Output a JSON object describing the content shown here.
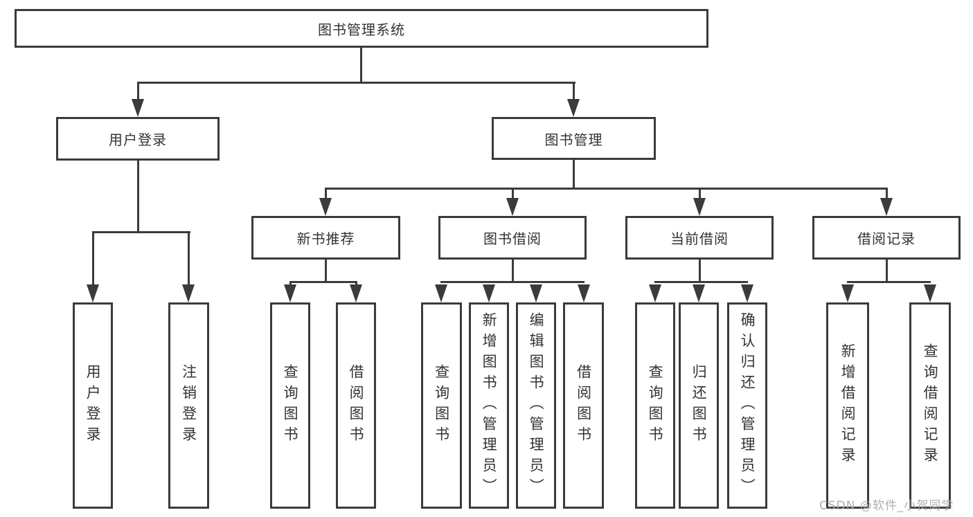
{
  "diagram": {
    "title": "图书管理系统",
    "root": {
      "label": "图书管理系统"
    },
    "level2": [
      {
        "label": "用户登录"
      },
      {
        "label": "图书管理"
      }
    ],
    "level3": [
      {
        "label": "新书推荐"
      },
      {
        "label": "图书借阅"
      },
      {
        "label": "当前借阅"
      },
      {
        "label": "借阅记录"
      }
    ],
    "leaves": {
      "login": [
        "用户登录",
        "注销登录"
      ],
      "newbook": [
        "查询图书",
        "借阅图书"
      ],
      "borrow": [
        "查询图书",
        "新增图书（管理员）",
        "编辑图书（管理员）",
        "借阅图书"
      ],
      "current": [
        "查询图书",
        "归还图书",
        "确认归还（管理员）"
      ],
      "records": [
        "新增借阅记录",
        "查询借阅记录"
      ]
    }
  },
  "watermark": "CSDN @软件_小贺同学",
  "colors": {
    "line": "#3b3b3b",
    "text": "#333333",
    "background": "#ffffff",
    "watermark": "#a8a8a8"
  }
}
